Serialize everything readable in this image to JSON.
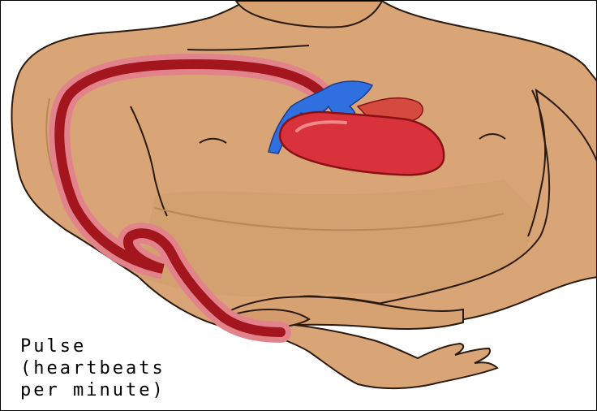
{
  "caption": {
    "line1": "Pulse",
    "line2": "(heartbeats",
    "line3": "per minute)"
  },
  "colors": {
    "skin": "#d9a576",
    "skin_shadow": "#c18a5a",
    "outline": "#2a1a10",
    "artery": "#a4161d",
    "artery_glow": "#e2838c",
    "heart": "#d9323c",
    "heart_dark": "#8a1016",
    "vein": "#2f6fe0",
    "vessels": "#d44a3e"
  }
}
